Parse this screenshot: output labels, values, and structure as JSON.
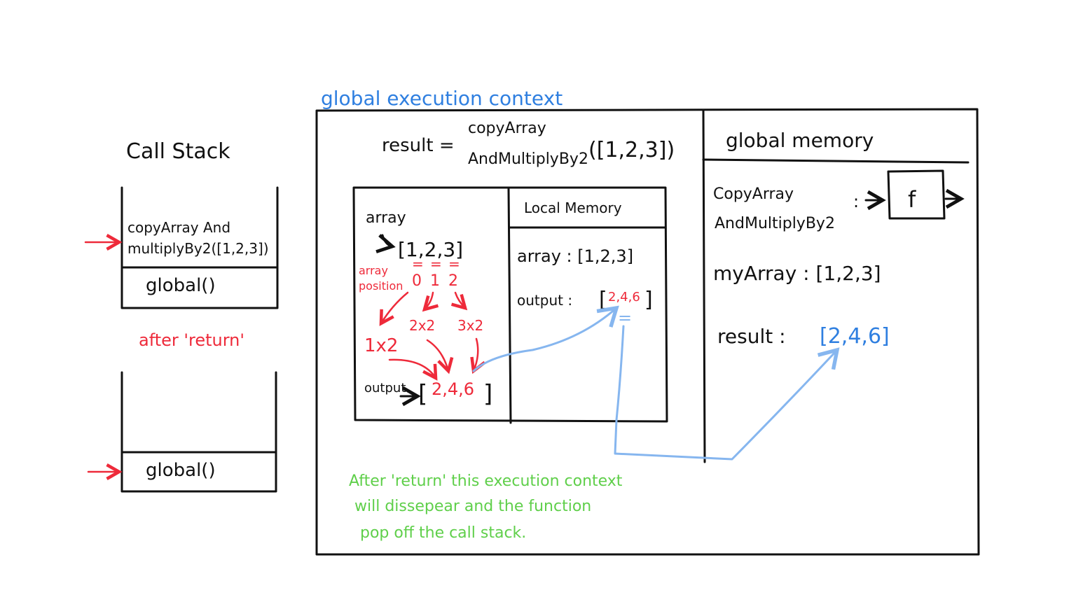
{
  "global_context": {
    "title": "global execution context",
    "call_line": {
      "lhs": "result =",
      "fn_line1": "copyArray",
      "fn_line2": "AndMultiplyBy2",
      "args": "([1,2,3])"
    }
  },
  "call_stack": {
    "title": "Call Stack",
    "before": {
      "top_frame_line1": "copyArray And",
      "top_frame_line2": "multiplyBy2([1,2,3])",
      "bottom_frame": "global()"
    },
    "after_label": "after 'return'",
    "after": {
      "bottom_frame": "global()"
    }
  },
  "function_context": {
    "array_label": "array",
    "array_value": "[1,2,3]",
    "position_label_line1": "array",
    "position_label_line2": "position",
    "positions": [
      "0",
      "1",
      "2"
    ],
    "equals": [
      "=",
      "=",
      "="
    ],
    "ops": [
      "1x2",
      "2x2",
      "3x2"
    ],
    "output_label": "output",
    "output_value_open": "[",
    "output_value": "2,4,6",
    "output_value_close": "]",
    "local_memory": {
      "title": "Local Memory",
      "array_line": "array : [1,2,3]",
      "output_label": "output :",
      "output_open": "[",
      "output_value": "2,4,6",
      "output_close": "]",
      "equals": "="
    }
  },
  "global_memory": {
    "title": "global memory",
    "fn_name_line1": "CopyArray",
    "fn_name_line2": "AndMultiplyBy2",
    "fn_colon": ":",
    "fn_box": "f",
    "my_array_line": "myArray : [1,2,3]",
    "result_label": "result :",
    "result_value": "[2,4,6]"
  },
  "note": {
    "line1": "After 'return' this execution context",
    "line2": "will dissepear and the function",
    "line3": "pop off the call stack."
  },
  "colors": {
    "ink": "#111111",
    "context_blue": "#2f7fe0",
    "arrow_blue": "#86b6ef",
    "red": "#ee2a3a",
    "green": "#5fcf4a"
  }
}
